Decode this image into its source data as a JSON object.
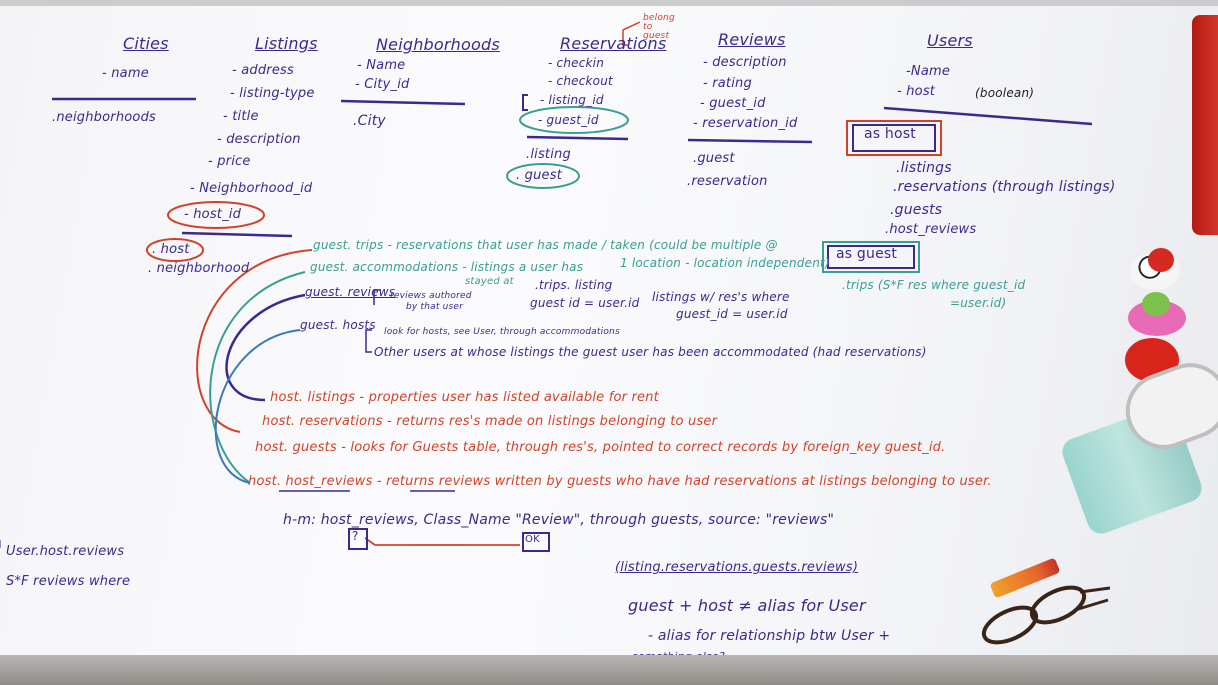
{
  "colors": {
    "purple": "#3b2a8a",
    "red": "#d0432a",
    "teal": "#3a9e92"
  },
  "cities": {
    "title": "Cities",
    "fields": [
      "- name"
    ],
    "assoc": [
      ".neighborhoods"
    ]
  },
  "listings": {
    "title": "Listings",
    "fields": [
      "- address",
      "- listing-type",
      "- title",
      "- description",
      "- price",
      "- Neighborhood_id",
      "- host_id"
    ],
    "assoc": [
      ". host",
      ". neighborhood"
    ]
  },
  "neighborhoods": {
    "title": "Neighborhoods",
    "fields": [
      "- Name",
      "- City_id"
    ],
    "assoc": [
      ".City"
    ]
  },
  "reservations": {
    "title": "Reservations",
    "note": "belong to guest",
    "fields": [
      "- checkin",
      "- checkout",
      "- listing_id",
      "- guest_id"
    ],
    "assoc": [
      ".listing",
      ". guest"
    ]
  },
  "reviews": {
    "title": "Reviews",
    "fields": [
      "- description",
      "- rating",
      "- guest_id",
      "- reservation_id"
    ],
    "assoc": [
      ".guest",
      ".reservation"
    ]
  },
  "users": {
    "title": "Users",
    "fields": [
      "-Name",
      "- host",
      "(boolean)"
    ],
    "as_host": "as host",
    "host_assoc": [
      ".listings",
      ".reservations (through listings)",
      ".guests",
      ".host_reviews"
    ],
    "as_guest": "as guest",
    "guest_trips": ".trips (S*F res where guest_id",
    "guest_trips_2": "=user.id)"
  },
  "notes": {
    "guest_trips": "guest. trips - reservations that user has made / taken (could be multiple @",
    "location": "1 location - location independent)",
    "guest_accom": "guest. accommodations - listings a user has",
    "stayed_at": "stayed at",
    "trips_listing": ".trips. listing",
    "guest_id_user": "guest id = user.id",
    "listings_res": "listings w/ res's where",
    "guest_id_eq": "guest_id = user.id",
    "guest_reviews": "guest. reviews",
    "reviews_authored": "reviews authored",
    "by_user": "by that user",
    "guest_hosts": "guest. hosts",
    "hosts_explain": "look for hosts, see User, through accommodations",
    "other_users": "Other users at whose listings the guest user has been accommodated (had reservations)",
    "host_listings": "host. listings - properties user has listed available for rent",
    "host_res": "host. reservations - returns res's made on listings belonging to user",
    "host_guests": "host. guests - looks for Guests table, through res's, pointed to correct records by foreign_key guest_id.",
    "host_reviews": "host. host_reviews - returns reviews written by guests who have had reservations at listings belonging to user.",
    "hm": "h-m: host_reviews, Class_Name \"Review\", through guests, source: \"reviews\"",
    "q": "?",
    "ok": "OK",
    "path": "(listing.reservations.guests.reviews)",
    "alias": "guest + host ≠ alias for User",
    "alias2": "- alias for relationship btw User +",
    "something": "something else?",
    "left1": "User.host.reviews",
    "left2": "S*F reviews where"
  }
}
